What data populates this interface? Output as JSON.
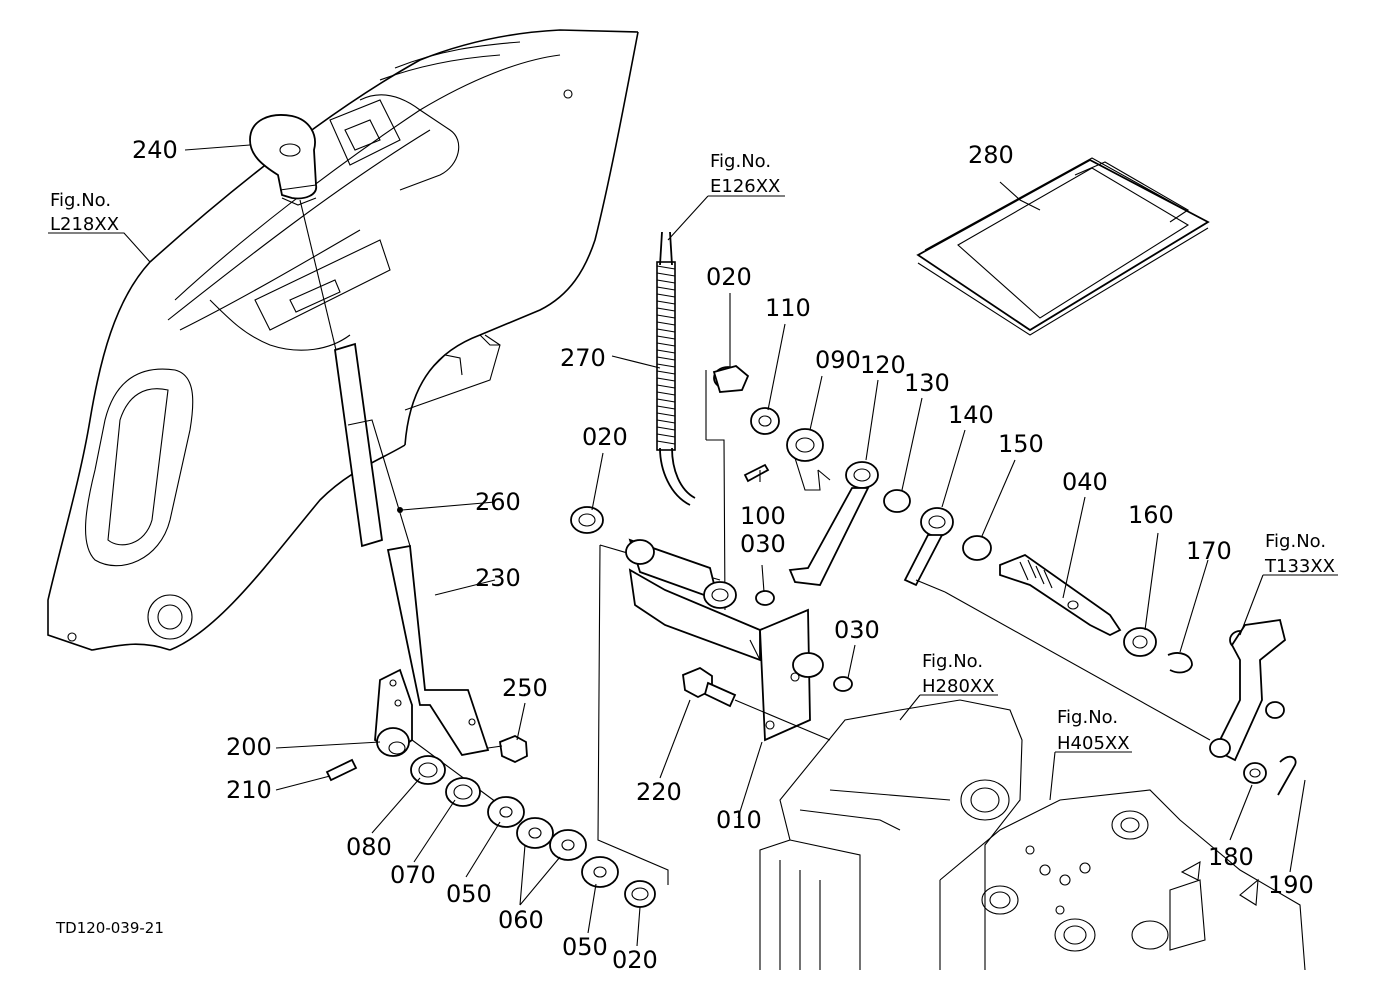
{
  "figure": {
    "doc_id": "TD120-039-21",
    "callouts": [
      {
        "key": "c240",
        "label": "240"
      },
      {
        "key": "c280",
        "label": "280"
      },
      {
        "key": "c270",
        "label": "270"
      },
      {
        "key": "c020a",
        "label": "020"
      },
      {
        "key": "c110",
        "label": "110"
      },
      {
        "key": "c090",
        "label": "090"
      },
      {
        "key": "c120",
        "label": "120"
      },
      {
        "key": "c130",
        "label": "130"
      },
      {
        "key": "c140",
        "label": "140"
      },
      {
        "key": "c150",
        "label": "150"
      },
      {
        "key": "c040",
        "label": "040"
      },
      {
        "key": "c020b",
        "label": "020"
      },
      {
        "key": "c260",
        "label": "260"
      },
      {
        "key": "c100",
        "label": "100"
      },
      {
        "key": "c030a",
        "label": "030"
      },
      {
        "key": "c160",
        "label": "160"
      },
      {
        "key": "c170",
        "label": "170"
      },
      {
        "key": "c230",
        "label": "230"
      },
      {
        "key": "c030b",
        "label": "030"
      },
      {
        "key": "c250",
        "label": "250"
      },
      {
        "key": "c200",
        "label": "200"
      },
      {
        "key": "c210",
        "label": "210"
      },
      {
        "key": "c220",
        "label": "220"
      },
      {
        "key": "c010",
        "label": "010"
      },
      {
        "key": "c080",
        "label": "080"
      },
      {
        "key": "c070",
        "label": "070"
      },
      {
        "key": "c050a",
        "label": "050"
      },
      {
        "key": "c060",
        "label": "060"
      },
      {
        "key": "c050b",
        "label": "050"
      },
      {
        "key": "c020c",
        "label": "020"
      },
      {
        "key": "c180",
        "label": "180"
      },
      {
        "key": "c190",
        "label": "190"
      }
    ],
    "fig_refs": [
      {
        "key": "L218XX",
        "prefix": "Fig.No.",
        "code": "L218XX"
      },
      {
        "key": "E126XX",
        "prefix": "Fig.No.",
        "code": "E126XX"
      },
      {
        "key": "T133XX",
        "prefix": "Fig.No.",
        "code": "T133XX"
      },
      {
        "key": "H280XX",
        "prefix": "Fig.No.",
        "code": "H280XX"
      },
      {
        "key": "H405XX",
        "prefix": "Fig.No.",
        "code": "H405XX"
      }
    ]
  }
}
